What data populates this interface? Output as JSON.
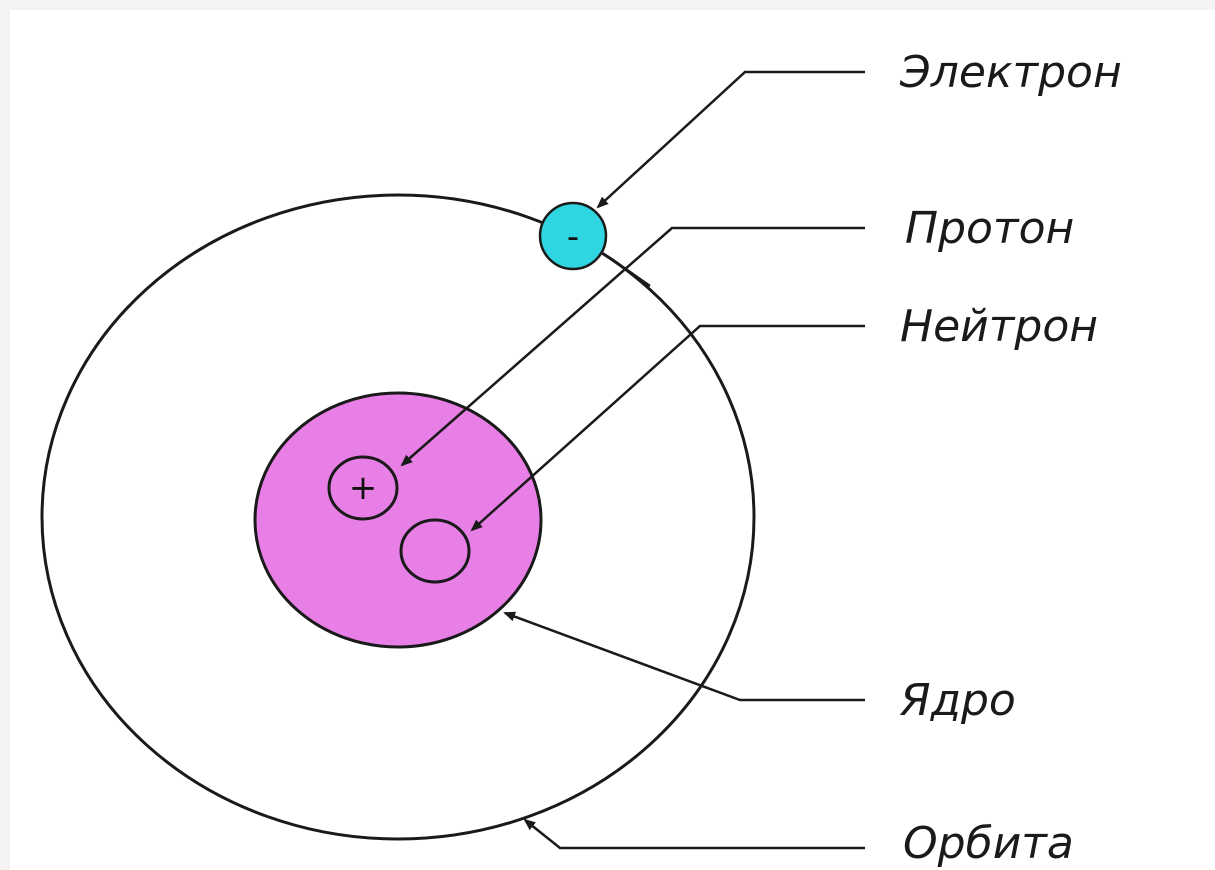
{
  "labels": {
    "electron": "Электрон",
    "proton": "Протон",
    "neutron": "Нейтрон",
    "nucleus": "Ядро",
    "orbit": "Орбита"
  },
  "signs": {
    "electron": "-",
    "proton": "+"
  },
  "colors": {
    "electron": "#2fd5e0",
    "nucleus": "#e87fe6",
    "line": "#1a1a1a",
    "background": "#ffffff"
  }
}
